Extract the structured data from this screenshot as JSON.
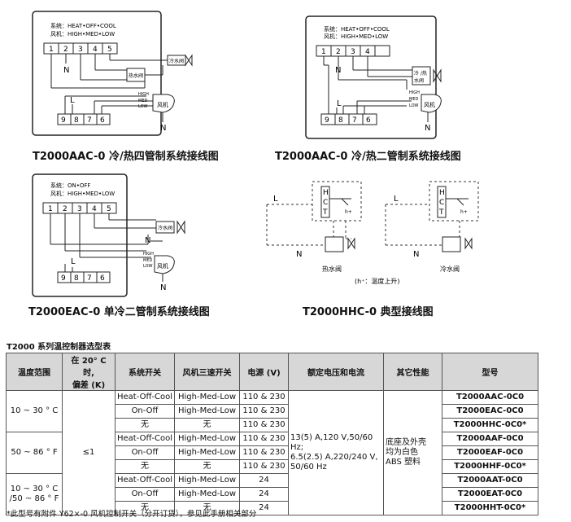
{
  "diagram1": {
    "sys_line": "系统：HEAT•OFF•COOL",
    "fan_line": "风机：HIGH•MED•LOW",
    "top_terminals": [
      "1",
      "2",
      "3",
      "4",
      "5"
    ],
    "bottom_terminals": [
      "9",
      "8",
      "7",
      "6"
    ],
    "hot_valve": "热水阀",
    "cold_valve": "冷水阀",
    "fan": "风机",
    "speeds": [
      "HIGH",
      "MED",
      "LOW"
    ],
    "n1": "N",
    "l": "L",
    "n2": "N",
    "caption": "T2000AAC-0 冷/热四管制系统接线图"
  },
  "diagram2": {
    "sys_line": "系统：HEAT•OFF•COOL",
    "fan_line": "风机：HIGH•MED•LOW",
    "top_terminals": [
      "1",
      "2",
      "3",
      "4",
      ""
    ],
    "bottom_terminals": [
      "9",
      "8",
      "7",
      "6"
    ],
    "valve_l1": "冷 /热",
    "valve_l2": "水阀",
    "fan": "风机",
    "speeds": [
      "HIGH",
      "MED",
      "LOW"
    ],
    "n1": "N",
    "l": "L",
    "n2": "N",
    "caption": "T2000AAC-0 冷/热二管制系统接线图"
  },
  "diagram3": {
    "sys_line": "系统：ON•OFF",
    "fan_line": "风机：HIGH•MED•LOW",
    "top_terminals": [
      "1",
      "2",
      "3",
      "4",
      "5"
    ],
    "bottom_terminals": [
      "9",
      "8",
      "7",
      "6"
    ],
    "cold_valve": "冷水阀",
    "fan": "风机",
    "speeds": [
      "HIGH",
      "MED",
      "LOW"
    ],
    "n1": "N",
    "l": "L",
    "n2": "N",
    "caption": "T2000EAC-0 单冷二管制系统接线图"
  },
  "diagram4": {
    "hct": [
      "H",
      "C",
      "T"
    ],
    "h_plus": "h+",
    "l": "L",
    "n": "N",
    "hot_valve": "热水阀",
    "cold_valve": "冷水阀",
    "note": "(h⁺：温度上升)",
    "caption": "T2000HHC-0 典型接线图"
  },
  "table": {
    "title": "T2000 系列温控制器选型表",
    "headers": [
      "温度范围",
      "在 20° C 时,\n偏差 (K)",
      "系统开关",
      "风机三速开关",
      "电源 (V)",
      "额定电压和电流",
      "其它性能",
      "型号"
    ],
    "tolerance": "≤1",
    "ranges": [
      "10 ~ 30 ° C",
      "50 ~ 86 ° F",
      "10 ~ 30 ° C\n/50 ~ 86 ° F"
    ],
    "rating": "13(5) A,120 V,50/60 Hz;\n6.5(2.5) A,220/240 V,\n50/60 Hz",
    "other": "底座及外壳\n均为白色\nABS 塑料",
    "rows": [
      {
        "system": "Heat-Off-Cool",
        "fan": "High-Med-Low",
        "power": "110 & 230",
        "model": "T2000AAC-0C0"
      },
      {
        "system": "On-Off",
        "fan": "High-Med-Low",
        "power": "110 & 230",
        "model": "T2000EAC-0C0"
      },
      {
        "system": "无",
        "fan": "无",
        "power": "110 & 230",
        "model": "T2000HHC-0C0*"
      },
      {
        "system": "Heat-Off-Cool",
        "fan": "High-Med-Low",
        "power": "110 & 230",
        "model": "T2000AAF-0C0"
      },
      {
        "system": "On-Off",
        "fan": "High-Med-Low",
        "power": "110 & 230",
        "model": "T2000EAF-0C0"
      },
      {
        "system": "无",
        "fan": "无",
        "power": "110 & 230",
        "model": "T2000HHF-0C0*"
      },
      {
        "system": "Heat-Off-Cool",
        "fan": "High-Med-Low",
        "power": "24",
        "model": "T2000AAT-0C0"
      },
      {
        "system": "On-Off",
        "fan": "High-Med-Low",
        "power": "24",
        "model": "T2000EAT-0C0"
      },
      {
        "system": "无",
        "fan": "无",
        "power": "24",
        "model": "T2000HHT-0C0*"
      }
    ]
  },
  "footnote": "*此型号有附件 Y62×-0 风机控制开关（分开订货），参见此手册相关部分"
}
